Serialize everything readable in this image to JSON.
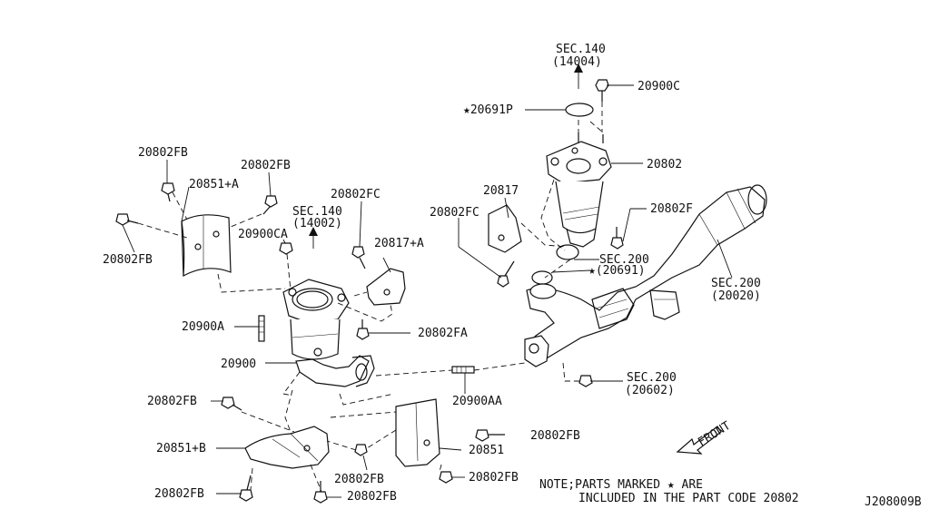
{
  "labels": {
    "sec140_top": "SEC.140",
    "sec140_top_code": "(14004)",
    "p20900C": "20900C",
    "p20691P": "★20691P",
    "p20802_top": "20802",
    "p20817": "20817",
    "p20802F": "20802F",
    "p20802FC_right": "20802FC",
    "sec200_a": "SEC.200",
    "sec200_a_code": "★(20691)",
    "sec200_b": "SEC.200",
    "sec200_b_code": "(20020)",
    "p20802FB_1": "20802FB",
    "p20851A": "20851+A",
    "p20802FB_2": "20802FB",
    "p20802FC_left": "20802FC",
    "sec140_mid": "SEC.140",
    "sec140_mid_code": "(14002)",
    "p20900CA": "20900CA",
    "p20817A": "20817+A",
    "p20802FB_3": "20802FB",
    "p20900A": "20900A",
    "p20802FA": "20802FA",
    "p20900": "20900",
    "p20900AA": "20900AA",
    "sec200_c": "SEC.200",
    "sec200_c_code": "(20602)",
    "p20802FB_4": "20802FB",
    "p20851B": "20851+B",
    "p20802FB_5": "20802FB",
    "p20851": "20851",
    "p20802FB_6": "20802FB",
    "p20802FB_7": "20802FB",
    "p20802FB_8": "20802FB",
    "front": "FRONT"
  },
  "note_line1": "NOTE;PARTS MARKED ★ ARE",
  "note_line2": "INCLUDED IN THE PART CODE 20802",
  "diagram_code": "J208009B"
}
